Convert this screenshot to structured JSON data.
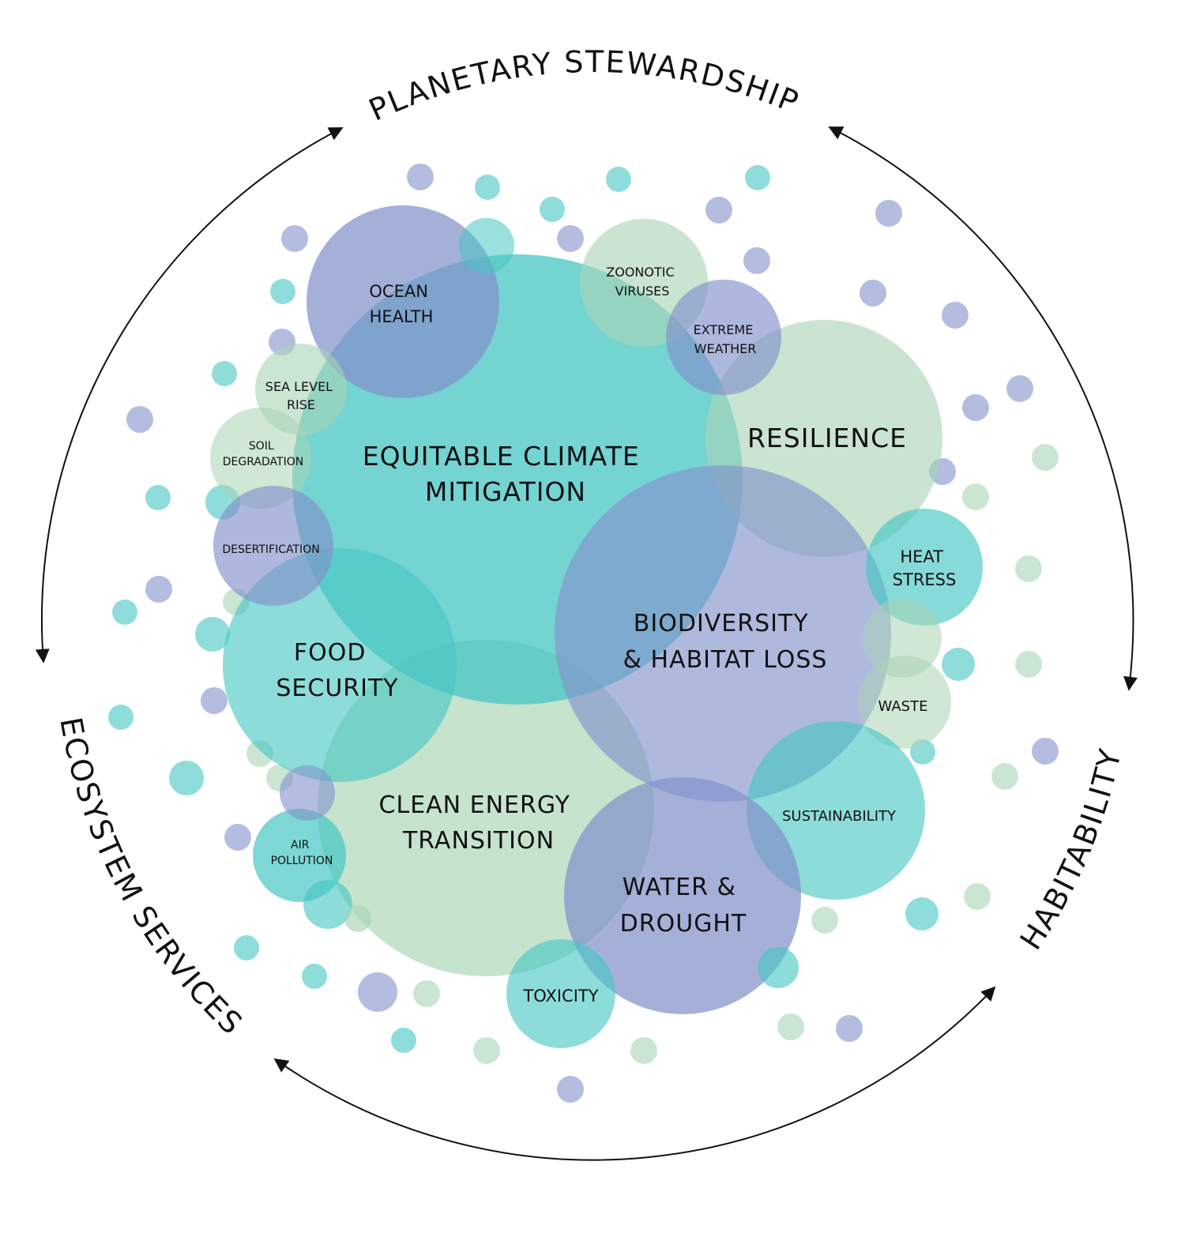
{
  "colors": {
    "teal": "#45c6c3",
    "purple": "#8291cb",
    "green": "#a9d4b5"
  },
  "outer": {
    "top": "PLANETARY STEWARDSHIP",
    "left": "ECOSYSTEM SERVICES",
    "right": "HABITABILITY"
  },
  "topics": {
    "climate": [
      "EQUITABLE CLIMATE",
      "MITIGATION"
    ],
    "ocean": [
      "OCEAN",
      "HEALTH"
    ],
    "zoonotic": [
      "ZOONOTIC",
      "VIRUSES"
    ],
    "extreme": [
      "EXTREME",
      "WEATHER"
    ],
    "resilience": [
      "RESILIENCE"
    ],
    "sea_level": [
      "SEA LEVEL",
      "RISE"
    ],
    "soil": [
      "SOIL",
      "DEGRADATION"
    ],
    "desertification": [
      "DESERTIFICATION"
    ],
    "food": [
      "FOOD",
      "SECURITY"
    ],
    "biodiversity": [
      "BIODIVERSITY",
      "& HABITAT LOSS"
    ],
    "heat": [
      "HEAT",
      "STRESS"
    ],
    "waste": [
      "WASTE"
    ],
    "energy": [
      "CLEAN ENERGY",
      "TRANSITION"
    ],
    "sustainability": [
      "SUSTAINABILITY"
    ],
    "water": [
      "WATER &",
      "DROUGHT"
    ],
    "air": [
      "AIR",
      "POLLUTION"
    ],
    "toxicity": [
      "TOXICITY"
    ]
  }
}
